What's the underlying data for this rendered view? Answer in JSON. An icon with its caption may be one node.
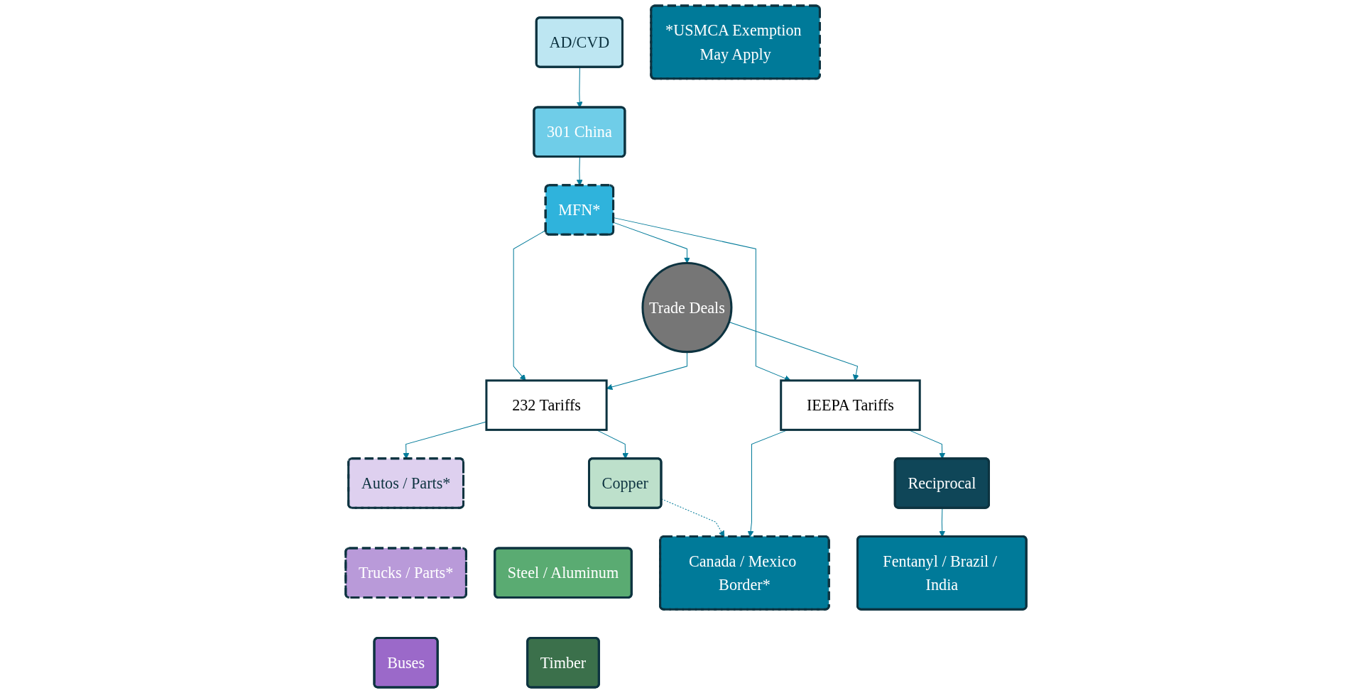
{
  "diagram": {
    "nodes": [
      {
        "text": [
          "AD/CVD"
        ]
      },
      {
        "text": [
          "301 China"
        ]
      },
      {
        "text": [
          "MFN*"
        ]
      },
      {
        "text": [
          "*USMCA Exemption May Apply"
        ]
      },
      {
        "text": [
          "Trade Deals"
        ]
      },
      {
        "text": [
          "232 Tariffs"
        ]
      },
      {
        "text": [
          "IEEPA Tariffs"
        ]
      },
      {
        "text": [
          "Autos / Parts*"
        ]
      },
      {
        "text": [
          "Copper"
        ]
      },
      {
        "text": [
          "Trucks / Parts*"
        ]
      },
      {
        "text": [
          "Steel / Aluminum"
        ]
      },
      {
        "text": [
          "Buses"
        ]
      },
      {
        "text": [
          "Timber"
        ]
      },
      {
        "text": [
          "Canada / Mexico Border*"
        ]
      },
      {
        "text": [
          "Reciprocal"
        ]
      },
      {
        "text": [
          "Fentanyl / Brazil / India"
        ]
      }
    ],
    "edges": [
      {
        "from": 0,
        "to": 1,
        "arrow": "to"
      },
      {
        "from": 1,
        "to": 2,
        "arrow": "to"
      },
      {
        "from": 2,
        "to": 4,
        "arrow": "to"
      },
      {
        "from": 2,
        "to": 5,
        "arrow": "to"
      },
      {
        "from": 2,
        "to": 6,
        "arrow": "to"
      },
      {
        "from": 4,
        "to": 5,
        "arrow": "to"
      },
      {
        "from": 4,
        "to": 6,
        "arrow": "to"
      },
      {
        "from": 5,
        "to": 7,
        "arrow": "to"
      },
      {
        "from": 5,
        "to": 8,
        "arrow": "to"
      },
      {
        "from": 8,
        "to": 13,
        "arrow": "to",
        "style": "dashed"
      },
      {
        "from": 6,
        "to": 13,
        "arrow": "to"
      },
      {
        "from": 6,
        "to": 14,
        "arrow": "to"
      },
      {
        "from": 14,
        "to": 15,
        "arrow": "to"
      }
    ]
  }
}
